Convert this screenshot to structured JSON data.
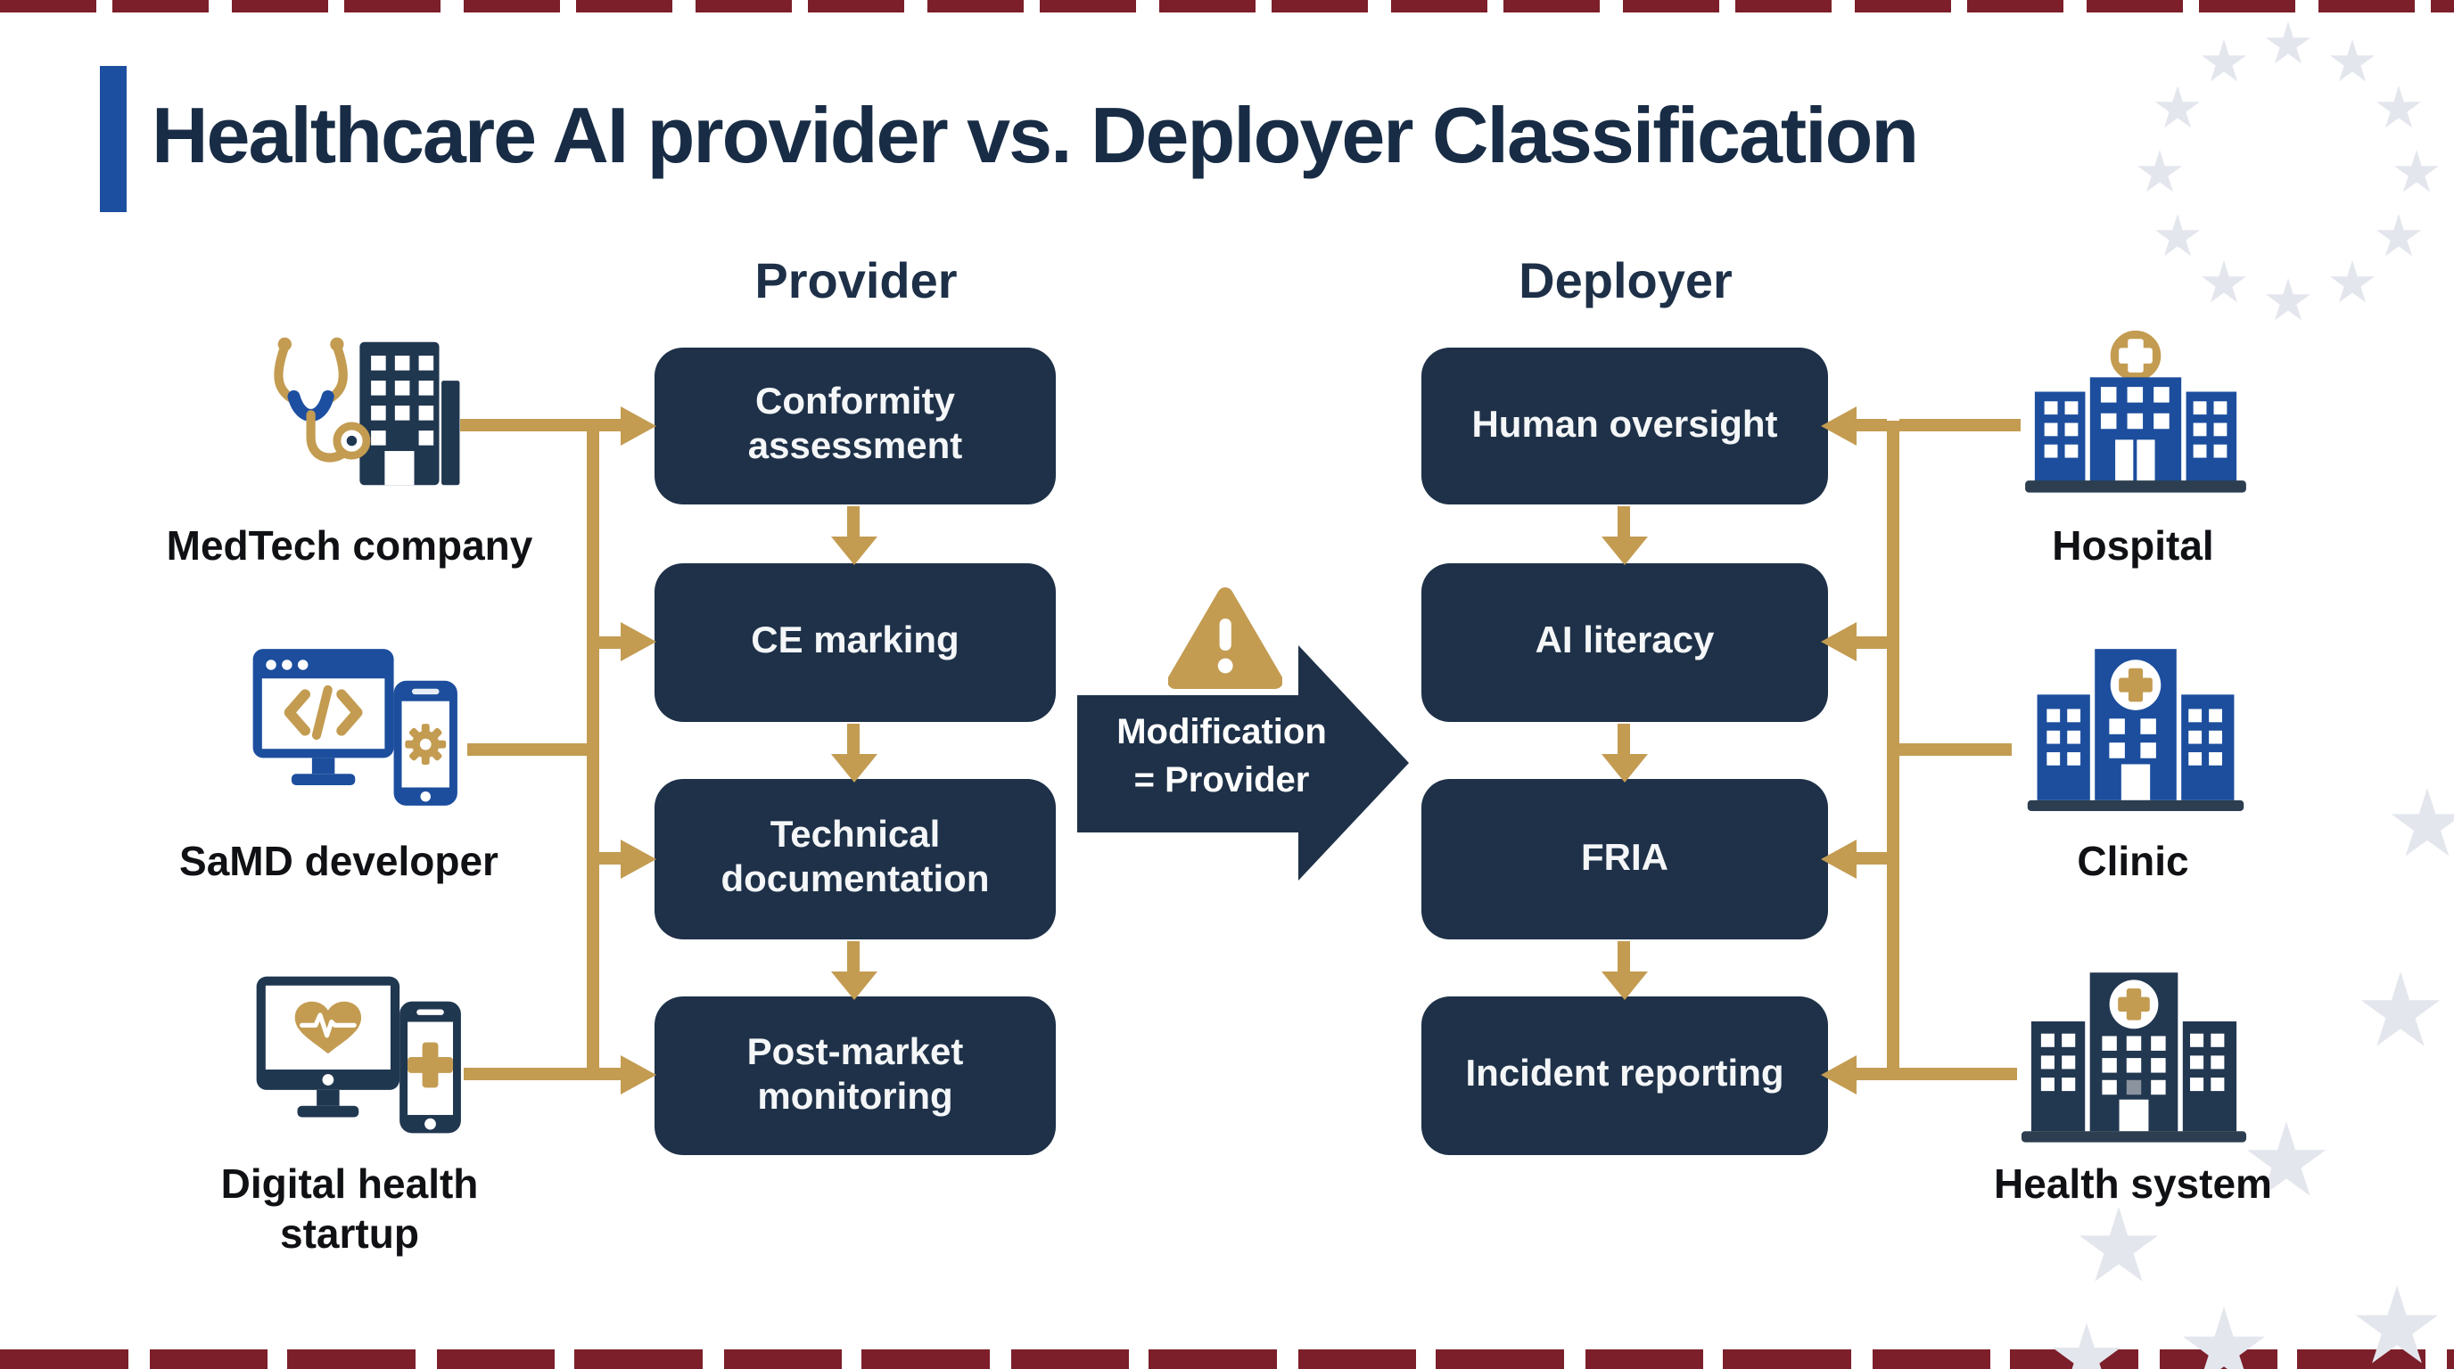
{
  "title": "Healthcare AI provider vs. Deployer Classification",
  "provider": {
    "header": "Provider",
    "boxes": [
      "Conformity assessment",
      "CE marking",
      "Technical documentation",
      "Post-market monitoring"
    ]
  },
  "deployer": {
    "header": "Deployer",
    "boxes": [
      "Human oversight",
      "AI literacy",
      "FRIA",
      "Incident reporting"
    ]
  },
  "left_entities": [
    {
      "label": "MedTech company",
      "icon": "stethoscope-building-icon"
    },
    {
      "label": "SaMD developer",
      "icon": "monitor-code-smartphone-gear-icon"
    },
    {
      "label": "Digital health startup",
      "icon": "monitor-heart-smartphone-cross-icon"
    }
  ],
  "right_entities": [
    {
      "label": "Hospital",
      "icon": "hospital-building-icon"
    },
    {
      "label": "Clinic",
      "icon": "clinic-building-icon"
    },
    {
      "label": "Health system",
      "icon": "health-system-building-icon"
    }
  ],
  "center_note": {
    "icon": "warning-triangle-icon",
    "line1": "Modification",
    "line2": "= Provider"
  },
  "decor": {
    "eu_stars": "12-star circle top right, star arc bottom right"
  },
  "colors": {
    "navy_box": "#1e3148",
    "gold": "#c39c52",
    "accent_blue": "#1d4fa1",
    "building_blue": "#1c4e9d",
    "icon_navy": "#203750",
    "dark_red_bar": "#7c1f2a",
    "star_gray": "#e4e6ed",
    "title_navy": "#182c45"
  }
}
